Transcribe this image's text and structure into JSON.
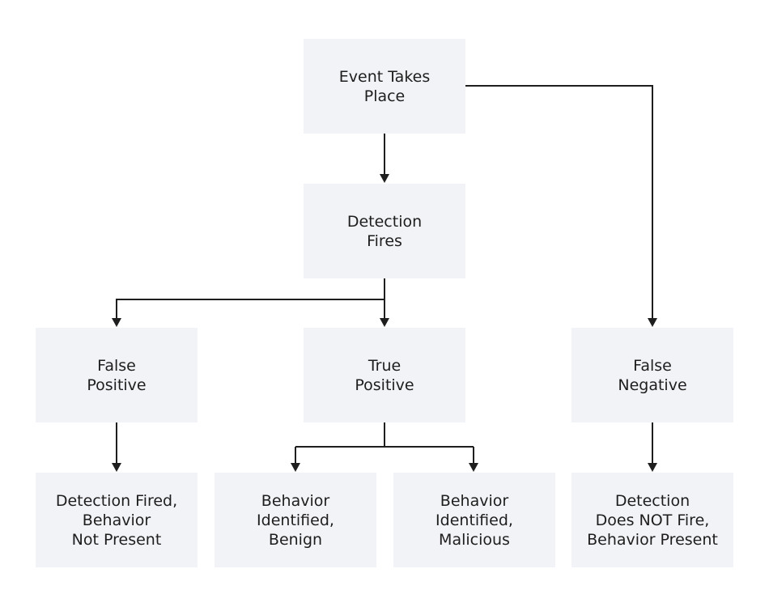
{
  "diagram": {
    "nodes": {
      "event": {
        "label": "Event Takes\nPlace"
      },
      "detection": {
        "label": "Detection\nFires"
      },
      "false_positive": {
        "label": "False\nPositive"
      },
      "true_positive": {
        "label": "True\nPositive"
      },
      "false_negative": {
        "label": "False\nNegative"
      },
      "fp_outcome": {
        "label": "Detection Fired,\nBehavior\nNot Present"
      },
      "tp_benign": {
        "label": "Behavior\nIdentified,\nBenign"
      },
      "tp_malicious": {
        "label": "Behavior\nIdentified,\nMalicious"
      },
      "fn_outcome": {
        "label": "Detection\nDoes NOT Fire,\nBehavior Present"
      }
    },
    "edges": [
      {
        "from": "event",
        "to": "detection"
      },
      {
        "from": "event",
        "to": "false_negative"
      },
      {
        "from": "detection",
        "to": "false_positive"
      },
      {
        "from": "detection",
        "to": "true_positive"
      },
      {
        "from": "false_positive",
        "to": "fp_outcome"
      },
      {
        "from": "true_positive",
        "to": "tp_benign"
      },
      {
        "from": "true_positive",
        "to": "tp_malicious"
      },
      {
        "from": "false_negative",
        "to": "fn_outcome"
      }
    ],
    "colors": {
      "node_fill": "#f2f3f7",
      "line": "#1e1e1e",
      "text": "#1e1e1e"
    }
  }
}
